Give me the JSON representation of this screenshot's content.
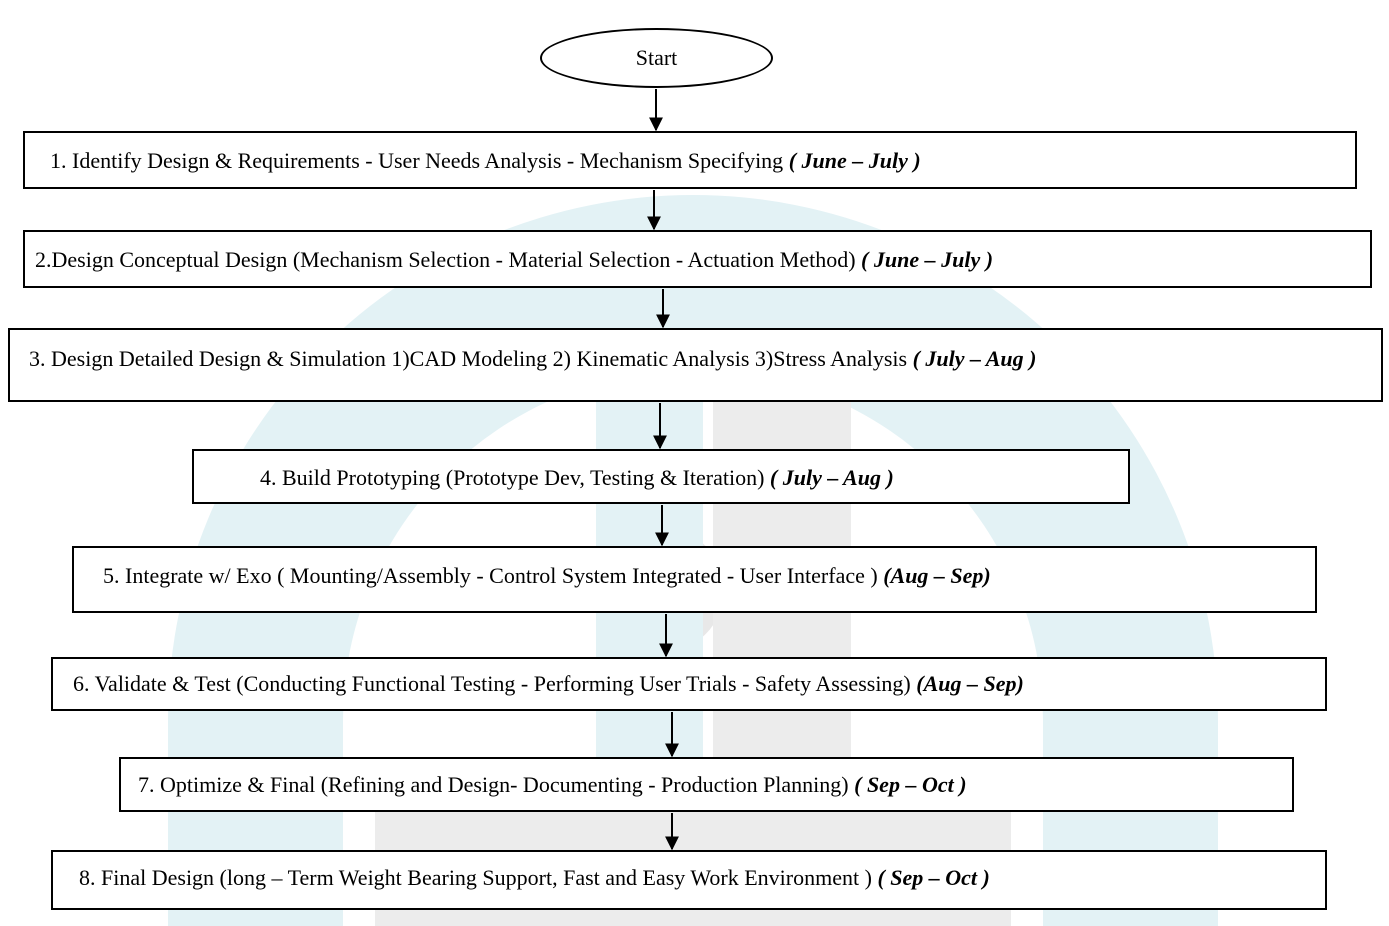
{
  "start": {
    "label": "Start"
  },
  "steps": [
    {
      "text": "1.  Identify Design & Requirements - User Needs Analysis - Mechanism Specifying ",
      "period": "( June – July )"
    },
    {
      "text": "2.Design Conceptual Design (Mechanism Selection - Material Selection - Actuation Method) ",
      "period": "( June – July )"
    },
    {
      "text": "3.  Design  Detailed Design & Simulation 1)CAD Modeling 2) Kinematic Analysis 3)Stress Analysis ",
      "period": "( July – Aug )"
    },
    {
      "text": "4.    Build Prototyping (Prototype Dev, Testing & Iteration) ",
      "period": "( July – Aug )"
    },
    {
      "text": "5. Integrate w/ Exo  ( Mounting/Assembly - Control System Integrated - User Interface ) ",
      "period": "(Aug – Sep)"
    },
    {
      "text": "6.  Validate & Test (Conducting Functional Testing -  Performing User Trials - Safety Assessing) ",
      "period": "(Aug – Sep)"
    },
    {
      "text": "7.  Optimize & Final (Refining and Design- Documenting - Production Planning) ",
      "period": "( Sep – Oct )"
    },
    {
      "text": "8. Final Design (long – Term Weight Bearing Support, Fast and Easy Work Environment ) ",
      "period": "( Sep – Oct )"
    }
  ],
  "colors": {
    "watermark_teal": "#e3f2f5",
    "watermark_gray": "#ececec",
    "line": "#000000"
  },
  "icons": {
    "connector": "arrow-down-icon",
    "background": "watermark-logo"
  }
}
